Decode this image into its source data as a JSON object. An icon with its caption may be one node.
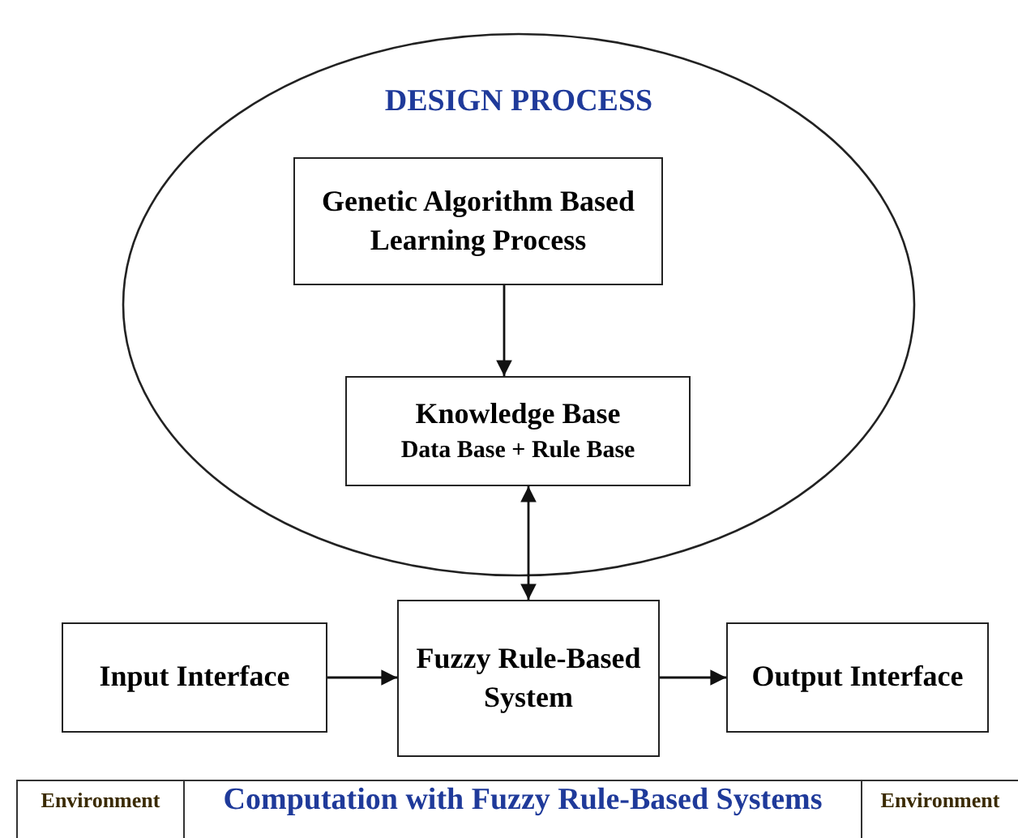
{
  "diagram": {
    "nodes": [
      {
        "text": [
          "DESIGN PROCESS"
        ]
      },
      {
        "text": [
          "Genetic Algorithm Based Learning Process"
        ],
        "in": 0
      },
      {
        "text": [
          "Knowledge Base",
          "Data Base + Rule Base"
        ],
        "in": 0
      },
      {
        "text": [
          "Input Interface"
        ]
      },
      {
        "text": [
          "Fuzzy Rule-Based System"
        ]
      },
      {
        "text": [
          "Output Interface"
        ]
      }
    ],
    "edges": [
      {
        "from": 1,
        "to": 2,
        "arrow": "to"
      },
      {
        "from": 2,
        "to": 4,
        "arrow": "both"
      },
      {
        "from": 3,
        "to": 4,
        "arrow": "to"
      },
      {
        "from": 4,
        "to": 5,
        "arrow": "to"
      }
    ],
    "labels": [
      "Environment",
      "Computation with Fuzzy Rule-Based Systems",
      "Environment"
    ]
  }
}
